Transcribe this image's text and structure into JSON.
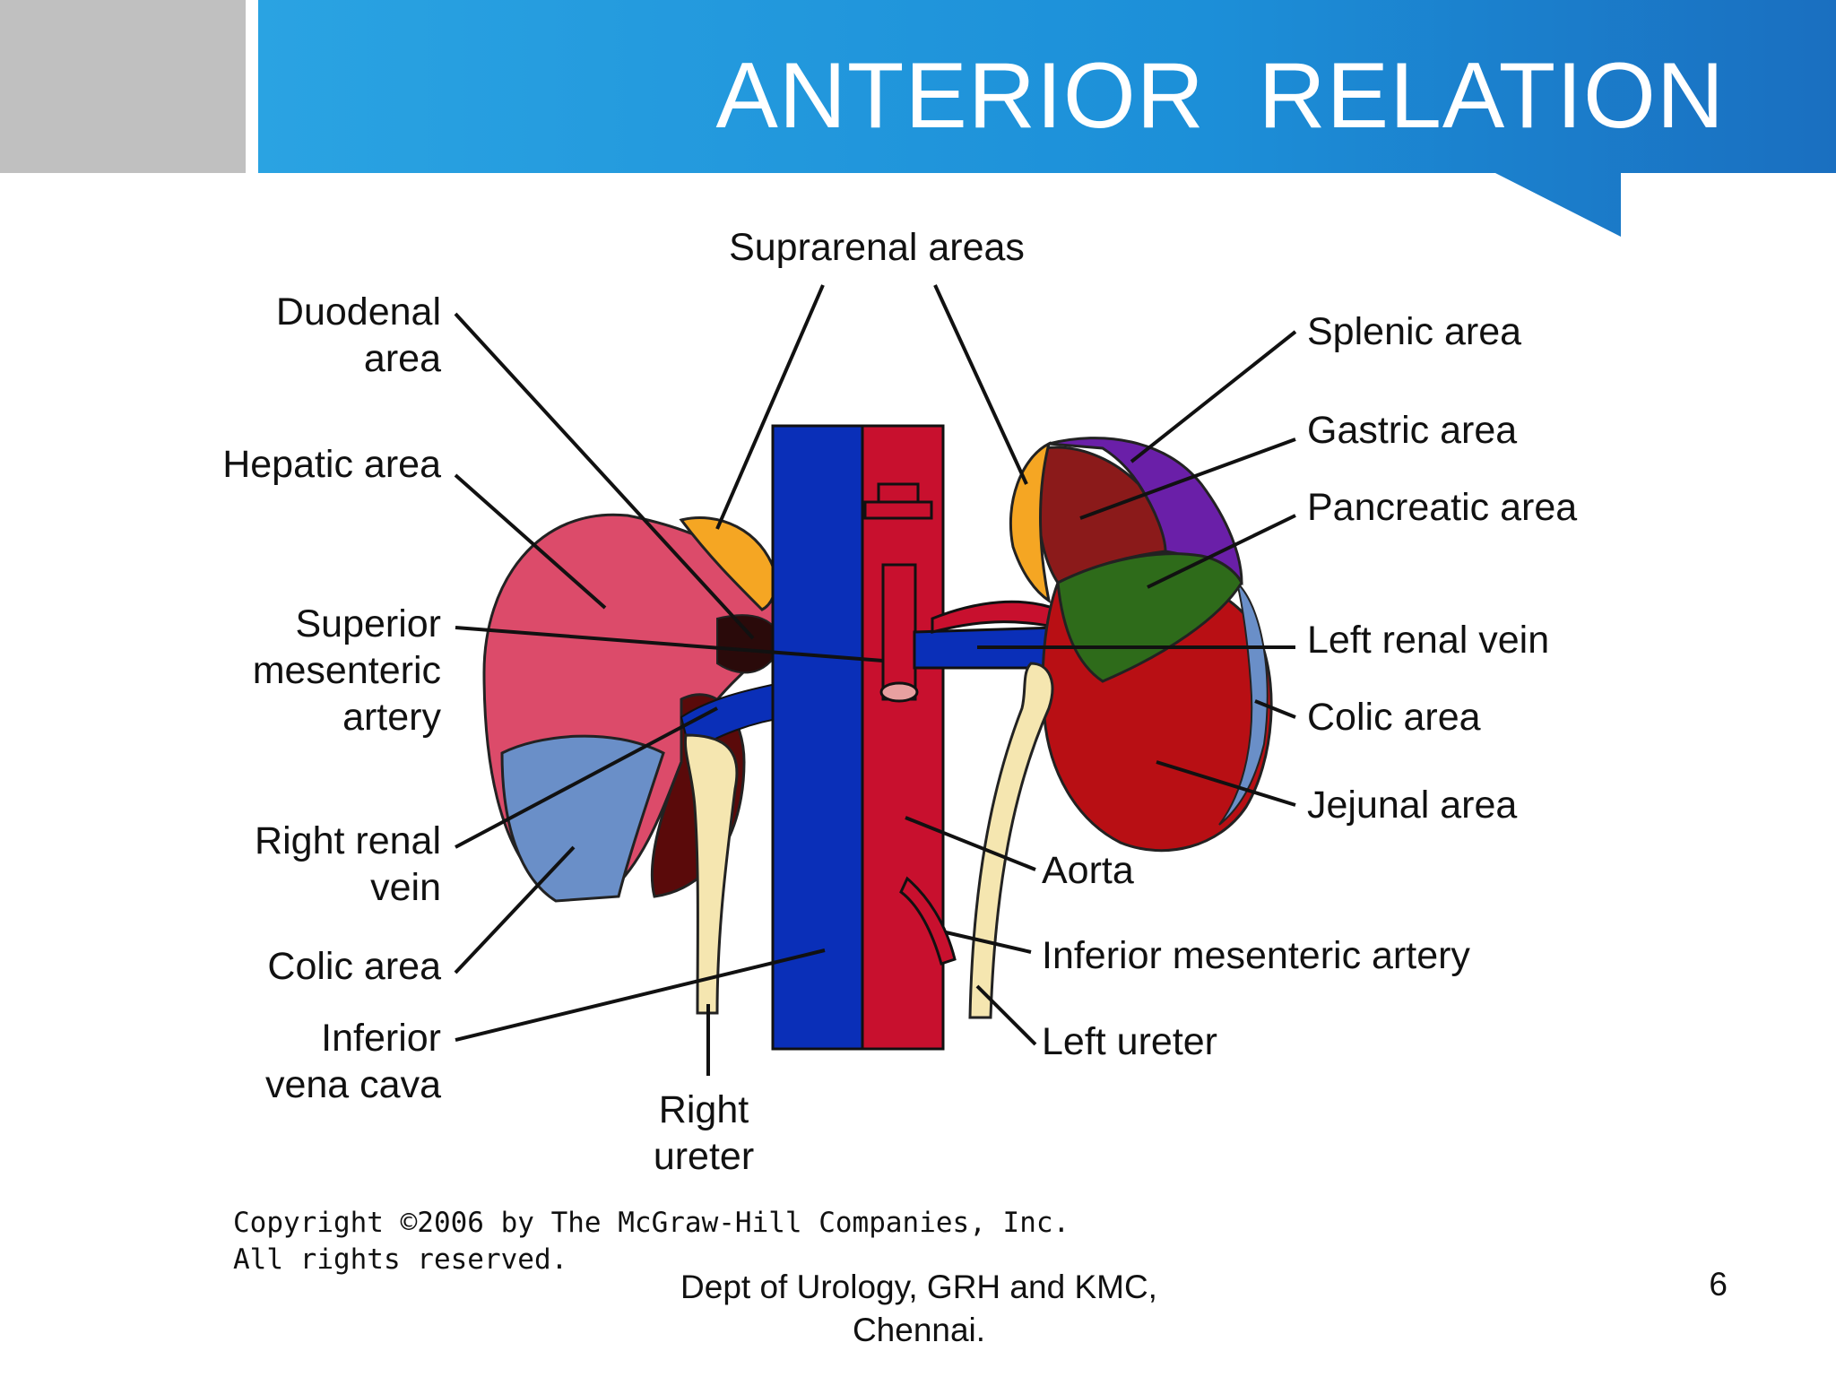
{
  "slide": {
    "title": "ANTERIOR  RELATION",
    "footer_line1": "Dept of Urology, GRH and KMC,",
    "footer_line2": "Chennai.",
    "page_number": "6"
  },
  "diagram": {
    "labels": {
      "suprarenal_areas": "Suprarenal areas",
      "duodenal_area_1": "Duodenal",
      "duodenal_area_2": "area",
      "hepatic_area": "Hepatic area",
      "sma_1": "Superior",
      "sma_2": "mesenteric",
      "sma_3": "artery",
      "right_renal_vein_1": "Right renal",
      "right_renal_vein_2": "vein",
      "colic_area_right": "Colic area",
      "ivc_1": "Inferior",
      "ivc_2": "vena cava",
      "right_ureter_1": "Right",
      "right_ureter_2": "ureter",
      "splenic_area": "Splenic area",
      "gastric_area": "Gastric area",
      "pancreatic_area": "Pancreatic area",
      "left_renal_vein": "Left renal vein",
      "colic_area_left": "Colic area",
      "jejunal_area": "Jejunal area",
      "aorta": "Aorta",
      "ima": "Inferior mesenteric artery",
      "left_ureter": "Left ureter"
    },
    "copyright_line1": "Copyright ©2006 by The McGraw-Hill Companies, Inc.",
    "copyright_line2": "All rights reserved.",
    "colors": {
      "vena_cava": "#0a2fb8",
      "aorta": "#c8102e",
      "hepatic": "#dc4b6a",
      "colic": "#6a8fc8",
      "suprarenal": "#f5a623",
      "splenic": "#6a1fa8",
      "gastric": "#8b1a1a",
      "pancreatic": "#2e6b1a",
      "kidney_left": "#b80f14",
      "ureter": "#f5e6b0",
      "header_blue": "#1e90d6"
    }
  }
}
